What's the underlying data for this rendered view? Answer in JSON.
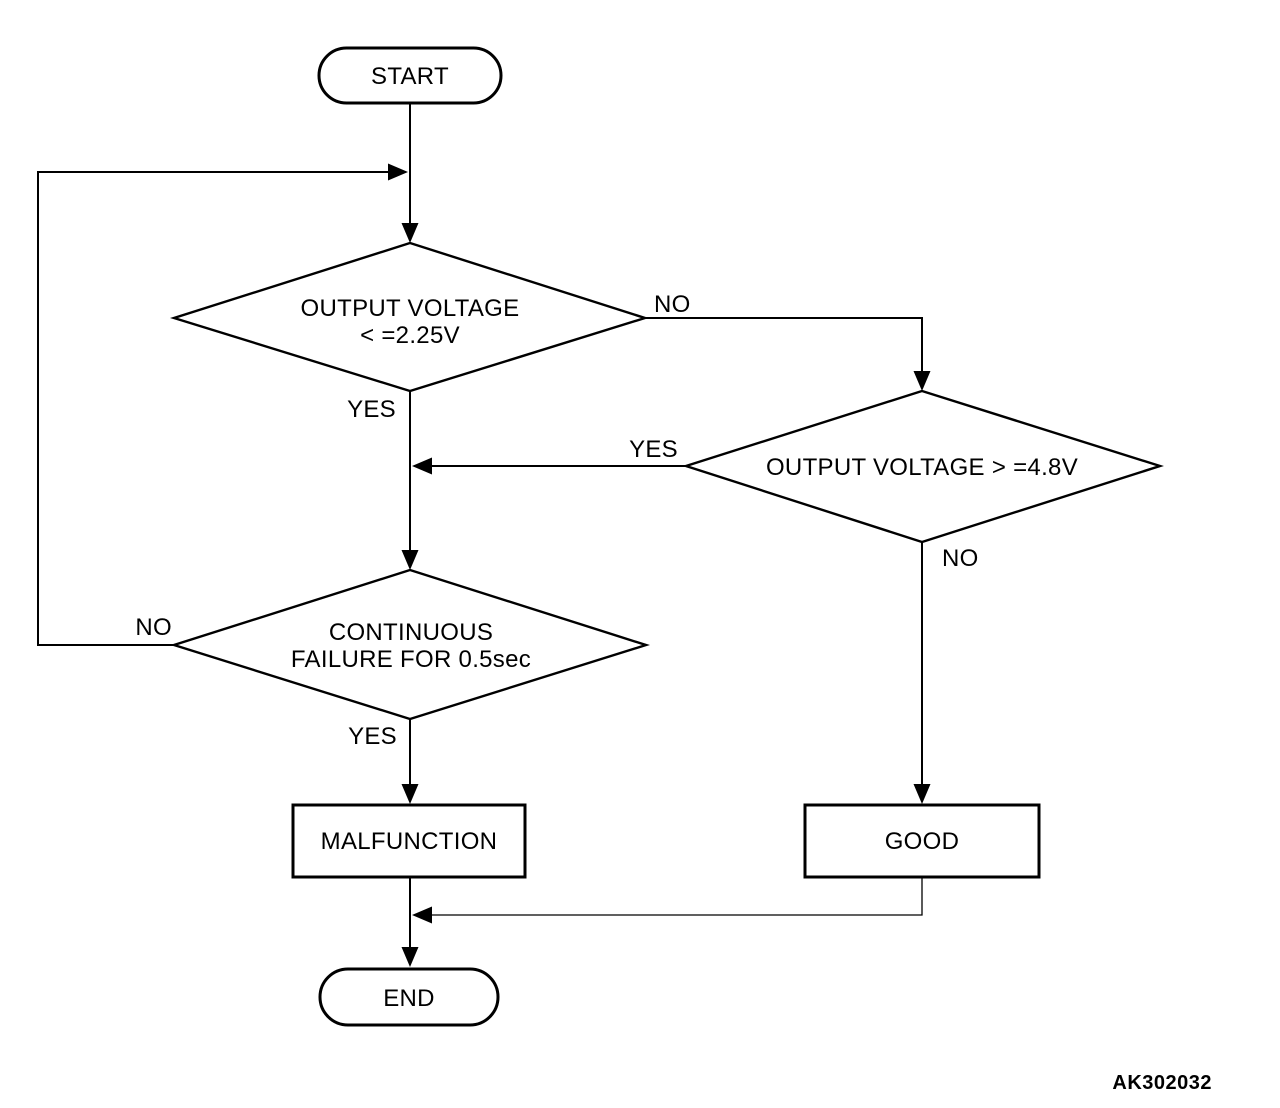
{
  "page": {
    "background_color": "#ffffff",
    "line_color": "#000000",
    "figure_code": "AK302032"
  },
  "flowchart": {
    "start": {
      "label": "START"
    },
    "decision_voltage_low": {
      "line1": "OUTPUT VOLTAGE",
      "line2": "< =2.25V",
      "no_label": "NO",
      "yes_label": "YES"
    },
    "decision_voltage_high": {
      "label": "OUTPUT VOLTAGE > =4.8V",
      "yes_label": "YES",
      "no_label": "NO"
    },
    "decision_continuous": {
      "line1": "CONTINUOUS",
      "line2": "FAILURE FOR 0.5sec",
      "no_label": "NO",
      "yes_label": "YES"
    },
    "malfunction": {
      "label": "MALFUNCTION"
    },
    "good": {
      "label": "GOOD"
    },
    "end": {
      "label": "END"
    }
  }
}
